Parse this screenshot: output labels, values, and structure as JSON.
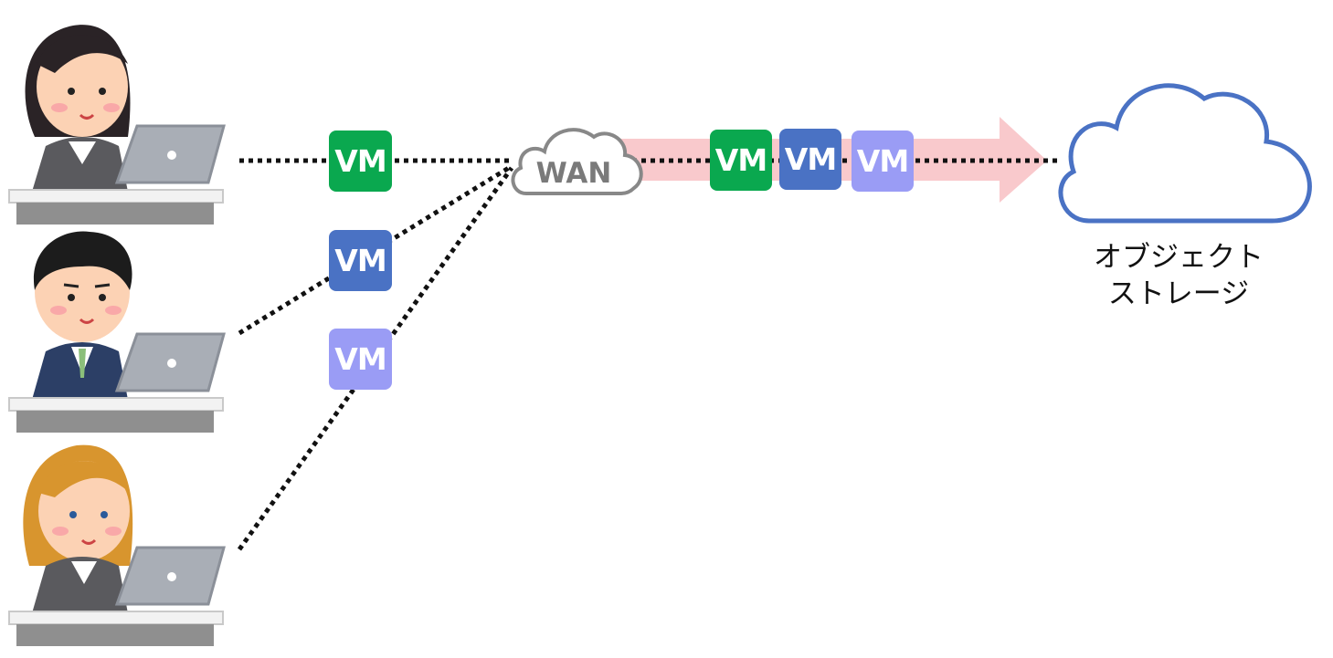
{
  "vm_label": "VM",
  "wan_label": "WAN",
  "storage_label": [
    "オブジェクト",
    "ストレージ"
  ],
  "colors": {
    "vm_green": "#0aa84f",
    "vm_blue": "#4a72c4",
    "vm_lavender": "#9a9cf5",
    "arrow": "#f9c9cc",
    "cloud_outline": "#4a72c4",
    "wan_outline": "#888888"
  },
  "users": [
    {
      "name": "user-woman-dark-hair",
      "vm_color": "vm_green"
    },
    {
      "name": "user-man-suit",
      "vm_color": "vm_blue"
    },
    {
      "name": "user-woman-blonde",
      "vm_color": "vm_lavender"
    }
  ]
}
